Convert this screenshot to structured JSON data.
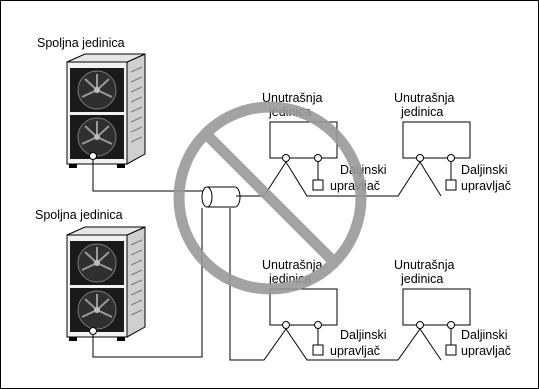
{
  "outdoor_units": [
    {
      "label": "Spoljna jedinica"
    },
    {
      "label": "Spoljna jedinica"
    }
  ],
  "indoor_units": [
    {
      "label_line1": "Unutrašnja",
      "label_line2": "jedinica"
    },
    {
      "label_line1": "Unutrašnja",
      "label_line2": "jedinica"
    },
    {
      "label_line1": "Unutrašnja",
      "label_line2": "jedinica"
    },
    {
      "label_line1": "Unutrašnja",
      "label_line2": "jedinica"
    }
  ],
  "remotes": [
    {
      "label_line1": "Daljinski",
      "label_line2": "upravljač"
    },
    {
      "label_line1": "Daljinski",
      "label_line2": "upravljač"
    },
    {
      "label_line1": "Daljinski",
      "label_line2": "upravljač"
    },
    {
      "label_line1": "Daljinski",
      "label_line2": "upravljač"
    }
  ],
  "prohibition_sign": {
    "meaning": "not-allowed",
    "color": "#9a9a9a"
  },
  "colors": {
    "frame": "#000000",
    "sign": "#9a9a9a",
    "unit_body": "#f2f2f2",
    "fan": "#1a1a1a"
  }
}
